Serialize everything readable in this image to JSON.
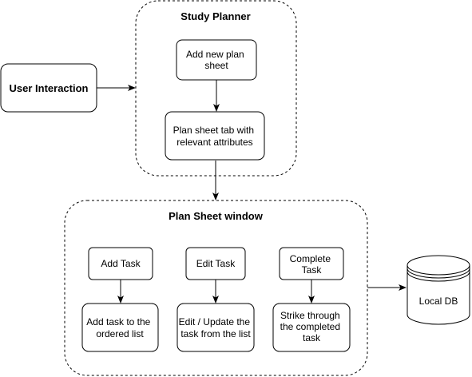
{
  "containers": {
    "study_planner": {
      "title": "Study Planner"
    },
    "plan_sheet_window": {
      "title": "Plan Sheet window"
    }
  },
  "nodes": {
    "user_interaction": {
      "lines": [
        "User Interaction"
      ]
    },
    "add_new_plan_sheet": {
      "lines": [
        "Add new plan",
        "sheet"
      ]
    },
    "plan_sheet_tab": {
      "lines": [
        "Plan sheet tab with",
        "relevant attributes"
      ]
    },
    "add_task": {
      "lines": [
        "Add Task"
      ]
    },
    "edit_task": {
      "lines": [
        "Edit Task"
      ]
    },
    "complete_task": {
      "lines": [
        "Complete",
        "Task"
      ]
    },
    "add_task_to_list": {
      "lines": [
        "Add task to the",
        "ordered list"
      ]
    },
    "edit_update_task": {
      "lines": [
        "Edit / Update the",
        "task from the list"
      ]
    },
    "strike_through_task": {
      "lines": [
        "Strike through",
        "the completed",
        "task"
      ]
    },
    "local_db": {
      "lines": [
        "Local DB"
      ]
    }
  }
}
